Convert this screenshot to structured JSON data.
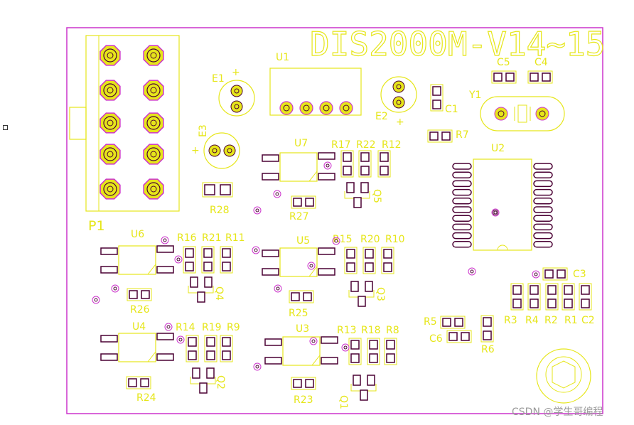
{
  "board": {
    "title": "DIS2000M-V14~15",
    "colors": {
      "outline": "#cc33cc",
      "silk": "#e6e61a",
      "pad": "#4a0033",
      "background": "#ffffff"
    }
  },
  "components": {
    "P1": "P1",
    "E1": "E1",
    "E2": "E2",
    "E3": "E3",
    "U1": "U1",
    "U2": "U2",
    "U3": "U3",
    "U4": "U4",
    "U5": "U5",
    "U6": "U6",
    "U7": "U7",
    "Y1": "Y1",
    "C1": "C1",
    "C2": "C2",
    "C3": "C3",
    "C4": "C4",
    "C5": "C5",
    "C6": "C6",
    "R1": "R1",
    "R2": "R2",
    "R3": "R3",
    "R4": "R4",
    "R5": "R5",
    "R6": "R6",
    "R7": "R7",
    "R8": "R8",
    "R9": "R9",
    "R10": "R10",
    "R11": "R11",
    "R12": "R12",
    "R13": "R13",
    "R14": "R14",
    "R15": "R15",
    "R16": "R16",
    "R17": "R17",
    "R18": "R18",
    "R19": "R19",
    "R20": "R20",
    "R21": "R21",
    "R22": "R22",
    "R23": "R23",
    "R24": "R24",
    "R25": "R25",
    "R26": "R26",
    "R27": "R27",
    "R28": "R28",
    "Q1": "Q1",
    "Q2": "Q2",
    "Q3": "Q3",
    "Q4": "Q4",
    "Q5": "Q5",
    "plus": "+"
  },
  "watermark": "CSDN @学生哥编程"
}
